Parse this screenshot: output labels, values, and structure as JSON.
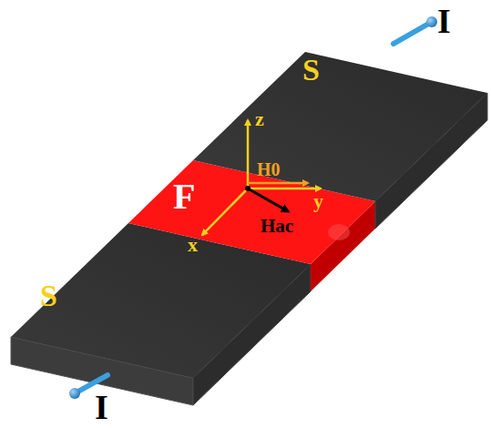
{
  "diagram": {
    "labels": [
      "I",
      "S",
      "F",
      "z",
      "H0",
      "y",
      "x",
      "Hac",
      "S",
      "I"
    ]
  }
}
